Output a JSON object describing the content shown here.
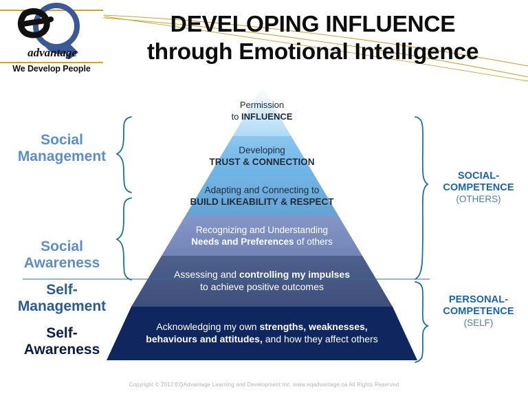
{
  "logo": {
    "wordmark": "advantage",
    "tagline": "We Develop People",
    "brand_gold": "#c8a431",
    "brand_blue": "#3b5998"
  },
  "title": {
    "line1": "DEVELOPING INFLUENCE",
    "line2": "through Emotional Intelligence"
  },
  "pyramid": {
    "levels": [
      {
        "id": "permission-influence",
        "line1": "Permission",
        "line2": "to INFLUENCE",
        "line2_bold_from": "INFLUENCE",
        "color": "#b8daf4",
        "text_color": "#1f2b3a"
      },
      {
        "id": "trust-connection",
        "line1": "Developing",
        "line2": "TRUST & CONNECTION",
        "color": "#72b6e8",
        "text_color": "#1f2b3a"
      },
      {
        "id": "build-likeability-respect",
        "line1": "Adapting and Connecting to",
        "line2": "BUILD LIKEABILITY & RESPECT",
        "color": "#6aa9d8",
        "text_color": "#1f2b3a"
      },
      {
        "id": "needs-preferences",
        "line1": "Recognizing and Understanding",
        "line2_bold": "Needs and Preferences",
        "line2_rest": " of others",
        "color": "#7c8fc0",
        "text_color": "#ffffff"
      },
      {
        "id": "controlling-impulses",
        "line1_plain": "Assessing and ",
        "line1_bold": "controlling my impulses",
        "line2": "to achieve positive outcomes",
        "color": "#465784",
        "text_color": "#ffffff"
      },
      {
        "id": "strengths-weaknesses",
        "line1_plain": "Acknowledging my own ",
        "line1_bold": "strengths, weaknesses,",
        "line2_bold": "behaviours and attitudes,",
        "line2_rest": " and how they affect others",
        "color": "#10265e",
        "text_color": "#ffffff"
      }
    ]
  },
  "left_labels": [
    {
      "id": "social-management",
      "line1": "Social",
      "line2": "Management",
      "color": "#5b8fc4"
    },
    {
      "id": "social-awareness",
      "line1": "Social",
      "line2": "Awareness",
      "color": "#5b8fc4"
    },
    {
      "id": "self-management",
      "line1": "Self-",
      "line2": "Management",
      "color": "#2a5b93"
    },
    {
      "id": "self-awareness",
      "line1": "Self-",
      "line2": "Awareness",
      "color": "#0b1c45"
    }
  ],
  "right_labels": [
    {
      "id": "social-competence",
      "line1": "SOCIAL-",
      "line2": "COMPETENCE",
      "sub": "(OTHERS)",
      "color": "#1763b0"
    },
    {
      "id": "personal-competence",
      "line1": "PERSONAL-",
      "line2": "COMPETENCE",
      "sub": "(SELF)",
      "color": "#1763b0"
    }
  ],
  "footer": {
    "copyright": "Copyright © 2012 EQAdvantage Learning and Development Inc.  www.eqadvantage.ca  All Rights Reserved"
  }
}
